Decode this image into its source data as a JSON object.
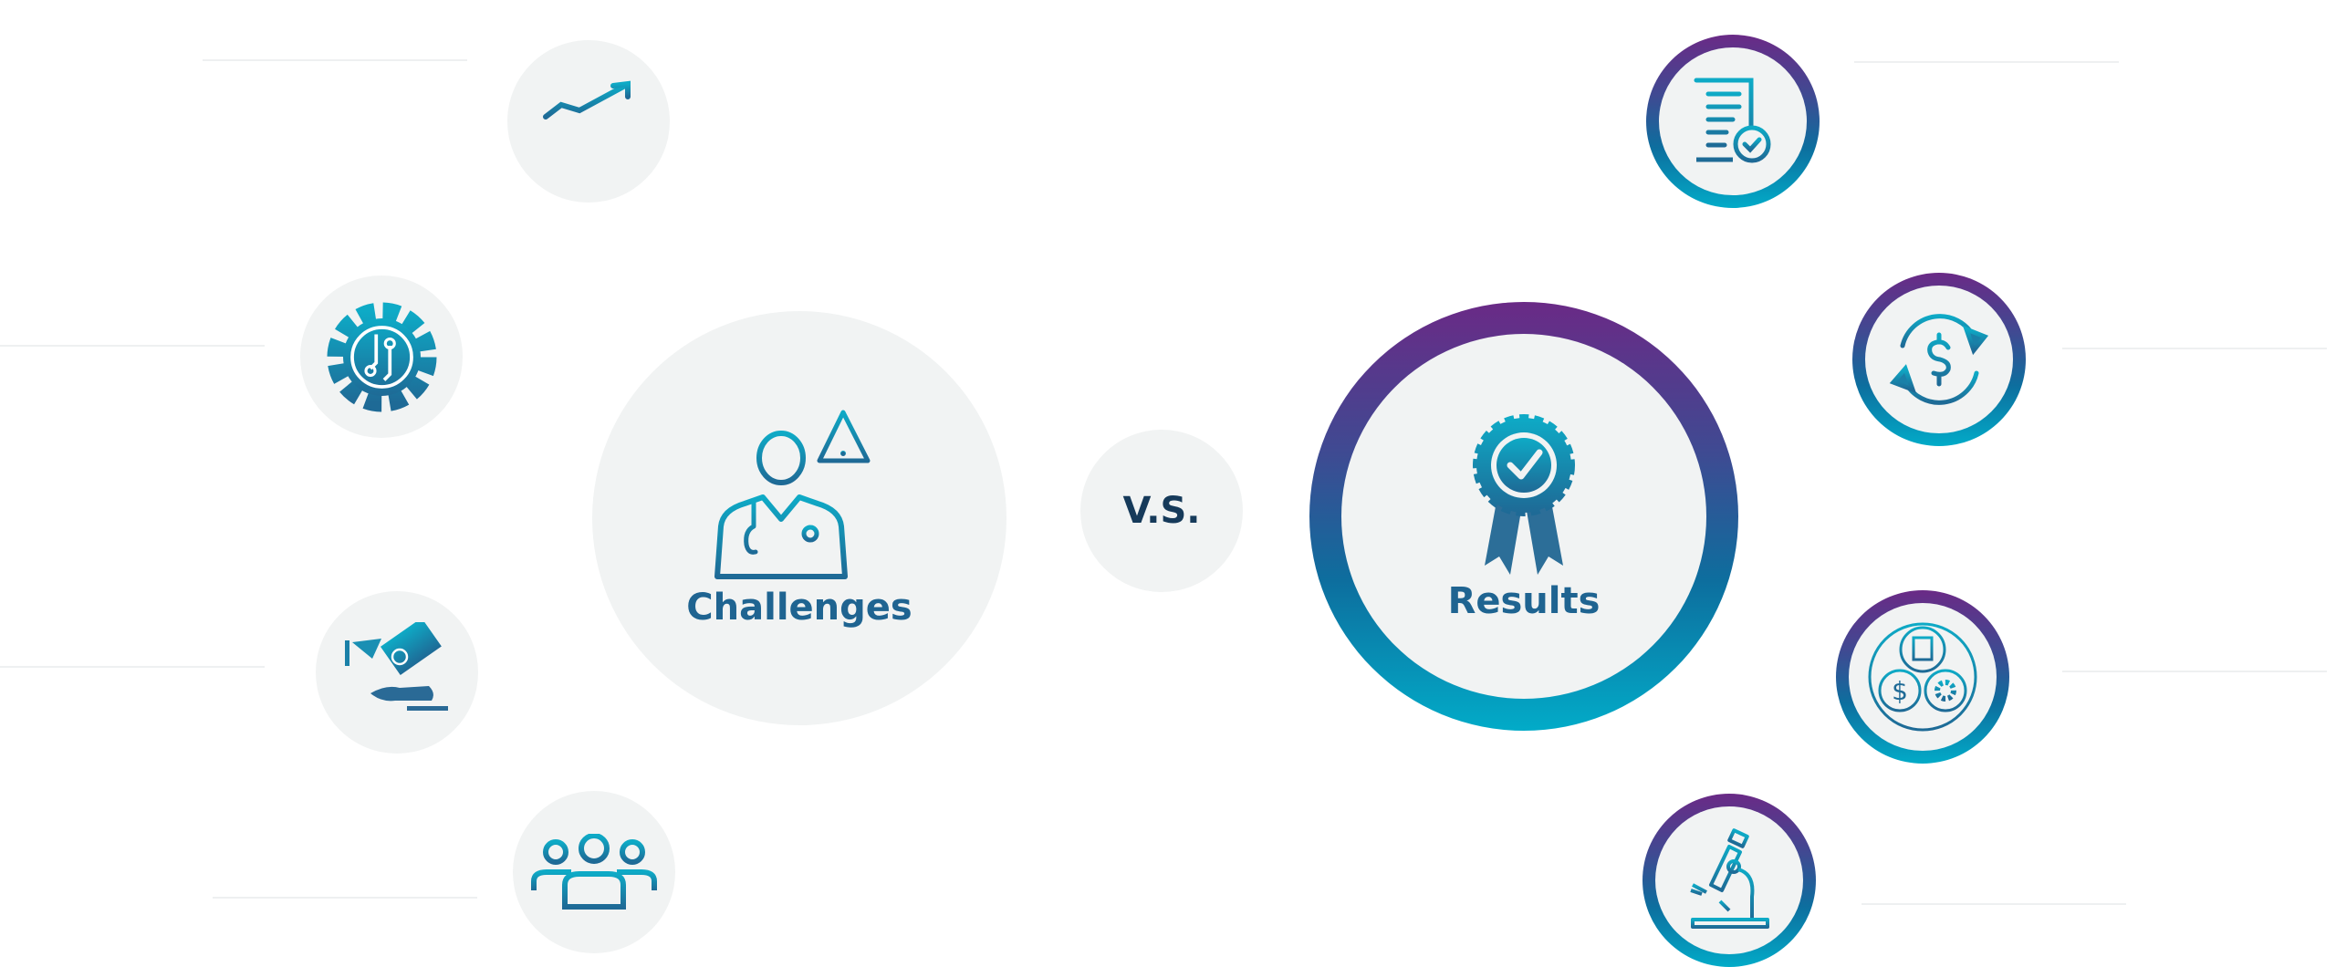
{
  "challenges": {
    "label": "Challenges",
    "icon": "doctor-warning-icon"
  },
  "versus": {
    "label": "V.S."
  },
  "results": {
    "label": "Results",
    "icon": "award-ribbon-icon"
  },
  "left_icons": [
    "growth-chart-icon",
    "gear-circuit-icon",
    "money-hand-icon",
    "team-icon"
  ],
  "right_icons": [
    "document-check-icon",
    "dollar-cycle-icon",
    "globe-finance-icon",
    "microscope-icon"
  ],
  "colors": {
    "teal": "#02abc8",
    "blue": "#1f6491",
    "purple": "#6a2a86",
    "circle_bg": "#f1f3f3"
  }
}
